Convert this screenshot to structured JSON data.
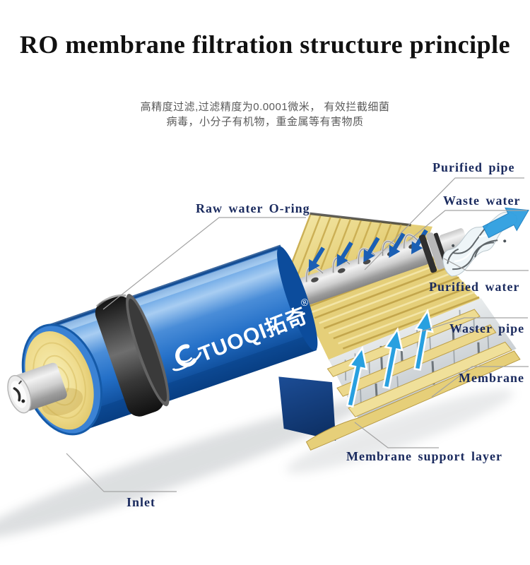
{
  "header": {
    "title": "RO membrane filtration structure principle",
    "subtitle_line1": "高精度过滤,过滤精度为0.0001微米， 有效拦截细菌",
    "subtitle_line2": "病毒，小分子有机物，重金属等有害物质"
  },
  "brand": {
    "logo_text": "TUOQI拓奇",
    "registered": "®"
  },
  "labels": {
    "purified_pipe": "Purified pipe",
    "waste_water": "Waste water",
    "raw_water_oring": "Raw water O-ring",
    "purified_water": "Purified water",
    "waster_pipe": "Waster pipe",
    "membrane": "Membrane",
    "membrane_support_layer": "Membrane support layer",
    "inlet": "Inlet"
  },
  "colors": {
    "title_text": "#111111",
    "subtitle_text": "#5a5a5a",
    "label_text": "#1a2a5e",
    "leader_line": "#a3a3a3",
    "cylinder_blue": "#2470c8",
    "membrane_yellow": "#e9d98c",
    "oring_dark": "#2e2e2e",
    "pipe_silver": "#c9c9c9",
    "flow_arrow_dark_blue": "#1a5fb4",
    "flow_arrow_cyan": "#28a0e0"
  }
}
